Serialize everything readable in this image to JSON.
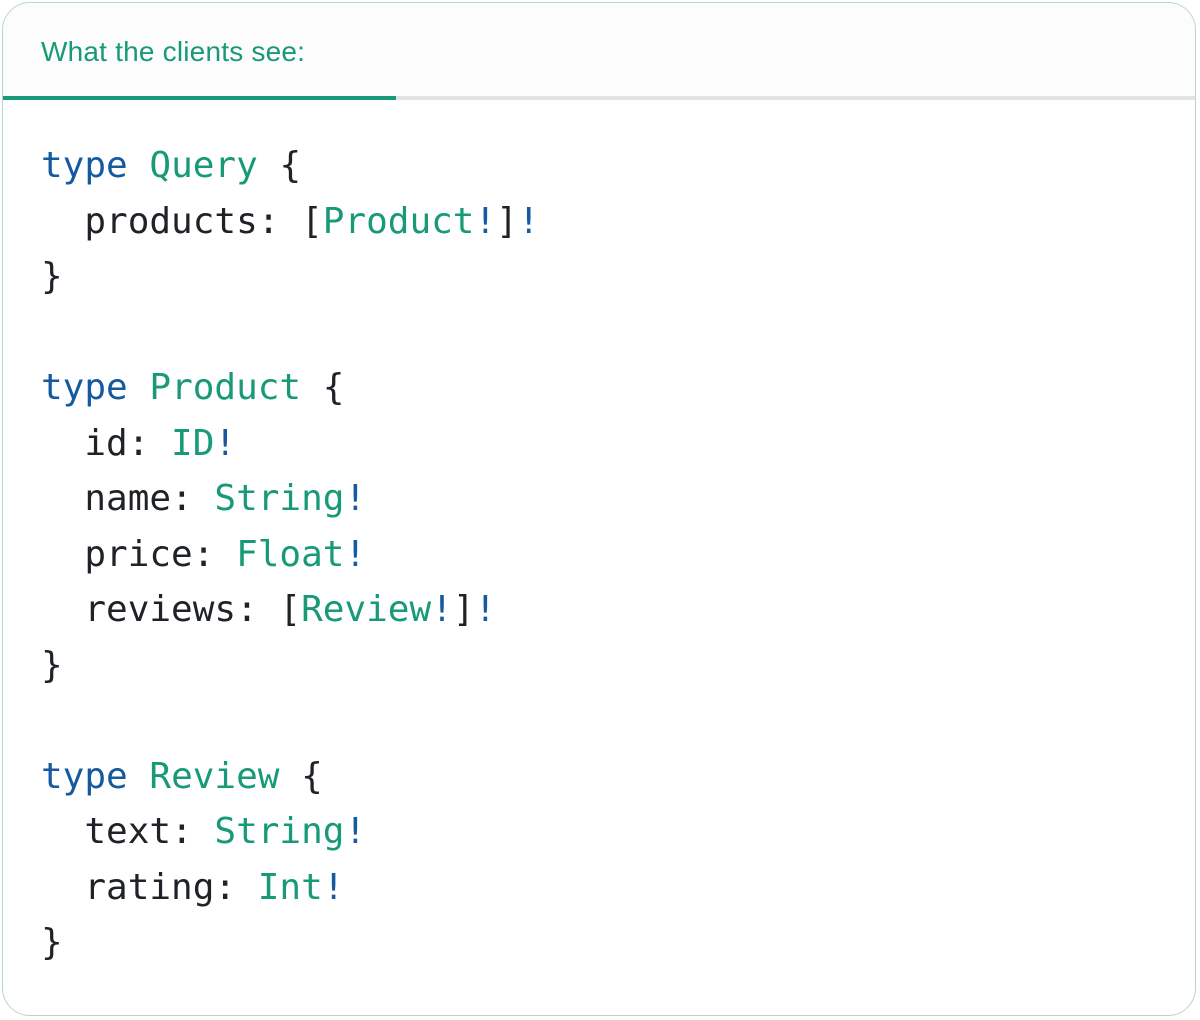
{
  "header": {
    "title": "What the clients see:"
  },
  "colors": {
    "accent_teal": "#189a78",
    "keyword_blue": "#15599e",
    "type_green": "#189a78",
    "plain_dark": "#1f2328",
    "card_border": "#b7d7c7",
    "rule_gray": "#e3e3e3"
  },
  "code": {
    "language": "graphql",
    "lines": [
      [
        {
          "c": "kw",
          "t": "type"
        },
        {
          "c": "pl",
          "t": " "
        },
        {
          "c": "ty",
          "t": "Query"
        },
        {
          "c": "pl",
          "t": " {"
        }
      ],
      [
        {
          "c": "pl",
          "t": "  products: ["
        },
        {
          "c": "ty",
          "t": "Product"
        },
        {
          "c": "kw",
          "t": "!"
        },
        {
          "c": "pl",
          "t": "]"
        },
        {
          "c": "kw",
          "t": "!"
        }
      ],
      [
        {
          "c": "pl",
          "t": "}"
        }
      ],
      [],
      [
        {
          "c": "kw",
          "t": "type"
        },
        {
          "c": "pl",
          "t": " "
        },
        {
          "c": "ty",
          "t": "Product"
        },
        {
          "c": "pl",
          "t": " {"
        }
      ],
      [
        {
          "c": "pl",
          "t": "  id: "
        },
        {
          "c": "ty",
          "t": "ID"
        },
        {
          "c": "kw",
          "t": "!"
        }
      ],
      [
        {
          "c": "pl",
          "t": "  name: "
        },
        {
          "c": "ty",
          "t": "String"
        },
        {
          "c": "kw",
          "t": "!"
        }
      ],
      [
        {
          "c": "pl",
          "t": "  price: "
        },
        {
          "c": "ty",
          "t": "Float"
        },
        {
          "c": "kw",
          "t": "!"
        }
      ],
      [
        {
          "c": "pl",
          "t": "  reviews: ["
        },
        {
          "c": "ty",
          "t": "Review"
        },
        {
          "c": "kw",
          "t": "!"
        },
        {
          "c": "pl",
          "t": "]"
        },
        {
          "c": "kw",
          "t": "!"
        }
      ],
      [
        {
          "c": "pl",
          "t": "}"
        }
      ],
      [],
      [
        {
          "c": "kw",
          "t": "type"
        },
        {
          "c": "pl",
          "t": " "
        },
        {
          "c": "ty",
          "t": "Review"
        },
        {
          "c": "pl",
          "t": " {"
        }
      ],
      [
        {
          "c": "pl",
          "t": "  text: "
        },
        {
          "c": "ty",
          "t": "String"
        },
        {
          "c": "kw",
          "t": "!"
        }
      ],
      [
        {
          "c": "pl",
          "t": "  rating: "
        },
        {
          "c": "ty",
          "t": "Int"
        },
        {
          "c": "kw",
          "t": "!"
        }
      ],
      [
        {
          "c": "pl",
          "t": "}"
        }
      ]
    ]
  }
}
